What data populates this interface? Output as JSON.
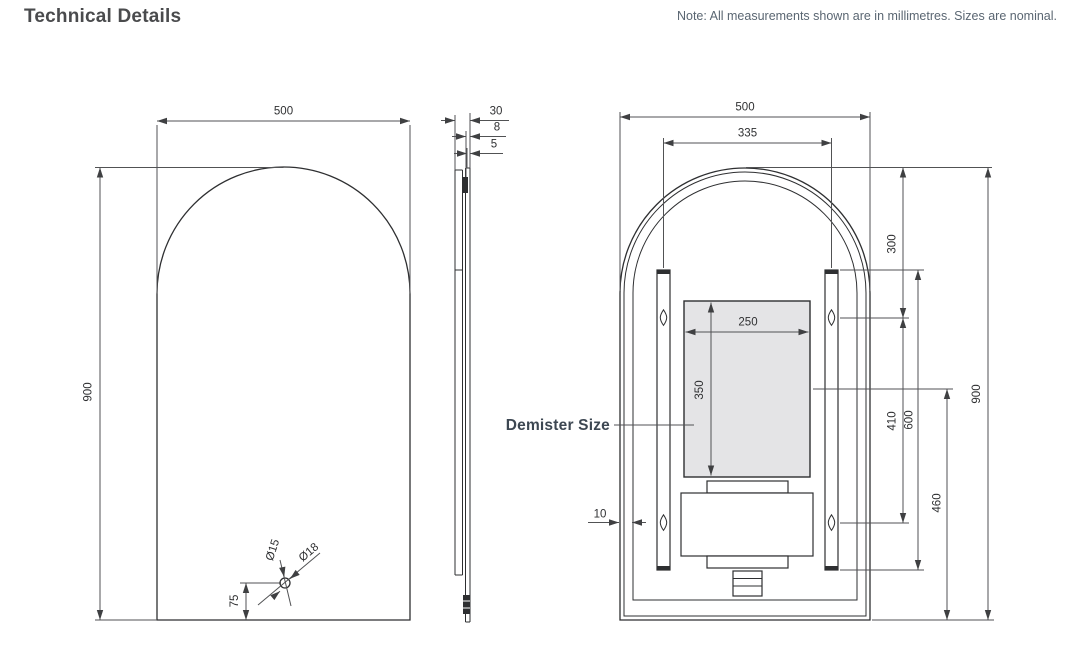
{
  "header": {
    "title": "Technical Details",
    "note": "Note: All measurements shown are in millimetres. Sizes are nominal."
  },
  "front_view": {
    "width": "500",
    "height": "900",
    "sensor_offset": "75",
    "sensor_dia_small": "Ø15",
    "sensor_dia_large": "Ø18"
  },
  "side_view": {
    "depth": "30",
    "step": "8",
    "glass": "5"
  },
  "back_view": {
    "width": "500",
    "hanger_centres": "335",
    "top_to_hanger": "300",
    "demister_width": "250",
    "demister_height": "350",
    "hanger_spacing": "410",
    "rail_length": "600",
    "demister_to_bottom": "460",
    "height": "900",
    "frame_edge": "10",
    "demister_label": "Demister Size"
  },
  "colors": {
    "background": "#ffffff",
    "line": "#2e2f31",
    "dim_line": "#515254",
    "dim_text": "#2f3032",
    "demister_fill": "#e4e4e6",
    "title": "#4a4b4d",
    "note": "#5a6672",
    "label": "#3d4752"
  }
}
